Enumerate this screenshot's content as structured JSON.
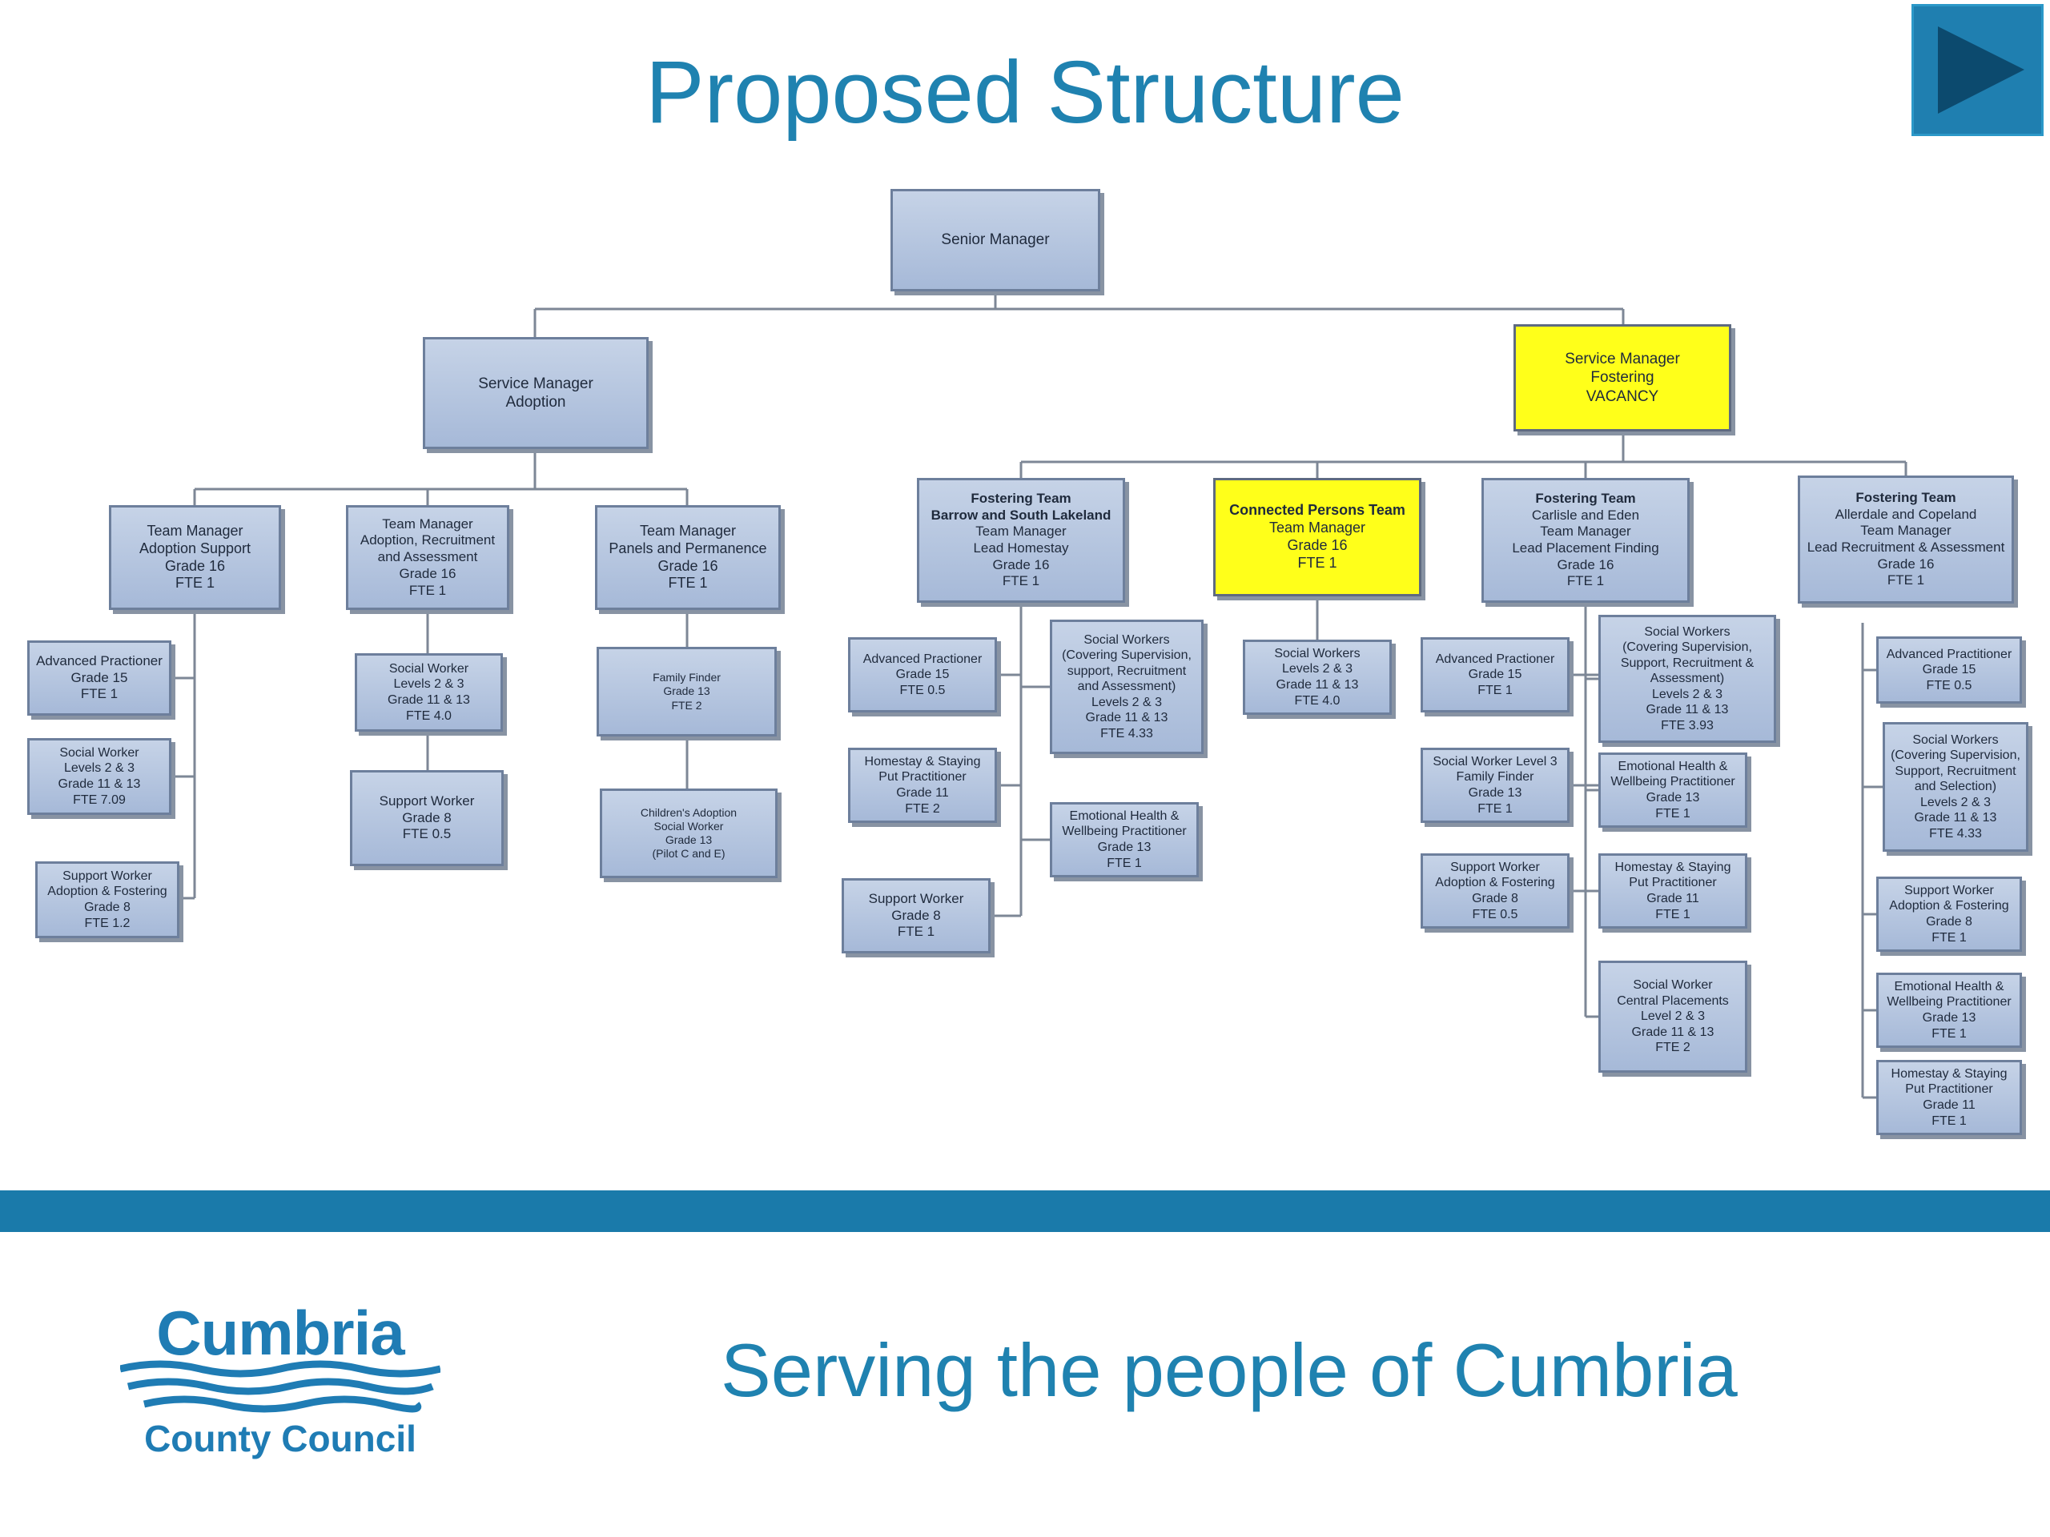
{
  "title": "Proposed Structure",
  "tagline": "Serving the people of Cumbria",
  "logo": {
    "name": "Cumbria",
    "subtitle": "County Council"
  },
  "play_icon": "play-icon",
  "colors": {
    "accent": "#1f82b0",
    "node": "#b4c4dd",
    "highlight": "#ffff1a",
    "footer_bar": "#1a7aaa"
  },
  "nodes": [
    {
      "id": "senior",
      "lines": [
        "Senior Manager"
      ]
    },
    {
      "id": "sm-adoption",
      "lines": [
        "Service Manager",
        "Adoption"
      ]
    },
    {
      "id": "sm-fostering",
      "highlight": true,
      "lines": [
        "Service Manager",
        "Fostering",
        "VACANCY"
      ]
    },
    {
      "id": "tm-adoption-support",
      "lines": [
        "Team Manager",
        "Adoption Support",
        "Grade 16",
        "FTE 1"
      ]
    },
    {
      "id": "tm-adoption-recruitment",
      "lines": [
        "Team Manager",
        "Adoption, Recruitment",
        "and Assessment",
        "Grade 16",
        "FTE 1"
      ]
    },
    {
      "id": "tm-panels",
      "lines": [
        "Team Manager",
        "Panels and Permanence",
        "Grade 16",
        "FTE 1"
      ]
    },
    {
      "id": "ft-barrow",
      "bold_lines": 2,
      "lines": [
        "Fostering Team",
        "Barrow and South Lakeland",
        "Team Manager",
        "Lead Homestay",
        "Grade 16",
        "FTE 1"
      ]
    },
    {
      "id": "connected-persons",
      "highlight": true,
      "bold_lines": 1,
      "lines": [
        "Connected Persons Team",
        "Team Manager",
        "Grade 16",
        "FTE 1"
      ]
    },
    {
      "id": "ft-carlisle",
      "bold_lines": 1,
      "lines": [
        "Fostering Team",
        "Carlisle and Eden",
        "Team Manager",
        "Lead Placement Finding",
        "Grade 16",
        "FTE 1"
      ]
    },
    {
      "id": "ft-allerdale",
      "bold_lines": 1,
      "lines": [
        "Fostering Team",
        "Allerdale and Copeland",
        "Team Manager",
        "Lead Recruitment & Assessment",
        "Grade 16",
        "FTE 1"
      ]
    },
    {
      "id": "as-adv-pract",
      "lines": [
        "Advanced Practioner",
        "Grade 15",
        "FTE 1"
      ]
    },
    {
      "id": "as-social-worker",
      "lines": [
        "Social Worker",
        "Levels 2 & 3",
        "Grade 11 & 13",
        "FTE 7.09"
      ]
    },
    {
      "id": "as-support-worker",
      "lines": [
        "Support Worker",
        "Adoption & Fostering",
        "Grade 8",
        "FTE 1.2"
      ]
    },
    {
      "id": "ar-social-worker",
      "lines": [
        "Social Worker",
        "Levels 2 & 3",
        "Grade 11 & 13",
        "FTE 4.0"
      ]
    },
    {
      "id": "ar-support-worker",
      "lines": [
        "Support Worker",
        "Grade 8",
        "FTE 0.5"
      ]
    },
    {
      "id": "pp-family-finder",
      "lines": [
        "Family Finder",
        "Grade 13",
        "FTE 2"
      ]
    },
    {
      "id": "pp-childrens-adoption",
      "lines": [
        "Children's Adoption",
        "Social  Worker",
        "Grade 13",
        "(Pilot C and E)"
      ]
    },
    {
      "id": "b-adv-pract",
      "lines": [
        "Advanced Practioner",
        "Grade 15",
        "FTE 0.5"
      ]
    },
    {
      "id": "b-homestay",
      "lines": [
        "Homestay & Staying",
        "Put Practitioner",
        "Grade 11",
        "FTE 2"
      ]
    },
    {
      "id": "b-support-worker",
      "lines": [
        "Support Worker",
        "Grade 8",
        "FTE  1"
      ]
    },
    {
      "id": "b-social-workers",
      "lines": [
        "Social Workers",
        "(Covering Supervision,",
        "support, Recruitment",
        "and Assessment)",
        "Levels 2 & 3",
        "Grade 11 & 13",
        "FTE 4.33"
      ]
    },
    {
      "id": "b-emotional",
      "lines": [
        "Emotional Health &",
        "Wellbeing Practitioner",
        "Grade 13",
        "FTE 1"
      ]
    },
    {
      "id": "cp-social-workers",
      "lines": [
        "Social Workers",
        "Levels 2 & 3",
        "Grade 11 & 13",
        "FTE 4.0"
      ]
    },
    {
      "id": "c-adv-pract",
      "lines": [
        "Advanced Practioner",
        "Grade 15",
        "FTE 1"
      ]
    },
    {
      "id": "c-family-finder",
      "lines": [
        "Social Worker Level 3",
        "Family Finder",
        "Grade 13",
        "FTE 1"
      ]
    },
    {
      "id": "c-support-worker",
      "lines": [
        "Support Worker",
        "Adoption & Fostering",
        "Grade 8",
        "FTE 0.5"
      ]
    },
    {
      "id": "c-social-workers",
      "lines": [
        "Social Workers",
        "(Covering Supervision,",
        "Support, Recruitment &",
        "Assessment)",
        "Levels 2 & 3",
        "Grade 11 & 13",
        "FTE 3.93"
      ]
    },
    {
      "id": "c-emotional",
      "lines": [
        "Emotional Health &",
        "Wellbeing Practitioner",
        "Grade 13",
        "FTE 1"
      ]
    },
    {
      "id": "c-homestay",
      "lines": [
        "Homestay & Staying",
        "Put Practitioner",
        "Grade 11",
        "FTE 1"
      ]
    },
    {
      "id": "c-central",
      "lines": [
        "Social  Worker",
        "Central Placements",
        "Level 2 & 3",
        "Grade 11 & 13",
        "FTE 2"
      ]
    },
    {
      "id": "a-adv-pract",
      "lines": [
        "Advanced Practitioner",
        "Grade 15",
        "FTE 0.5"
      ]
    },
    {
      "id": "a-social-workers",
      "lines": [
        "Social Workers",
        "(Covering Supervision,",
        "Support, Recruitment",
        "and Selection)",
        "Levels 2 & 3",
        "Grade 11 & 13",
        "FTE 4.33"
      ]
    },
    {
      "id": "a-support-worker",
      "lines": [
        "Support Worker",
        "Adoption & Fostering",
        "Grade 8",
        "FTE 1"
      ]
    },
    {
      "id": "a-emotional",
      "lines": [
        "Emotional Health &",
        "Wellbeing Practitioner",
        "Grade 13",
        "FTE 1"
      ]
    },
    {
      "id": "a-homestay",
      "lines": [
        "Homestay & Staying",
        "Put Practitioner",
        "Grade 11",
        "FTE 1"
      ]
    }
  ]
}
